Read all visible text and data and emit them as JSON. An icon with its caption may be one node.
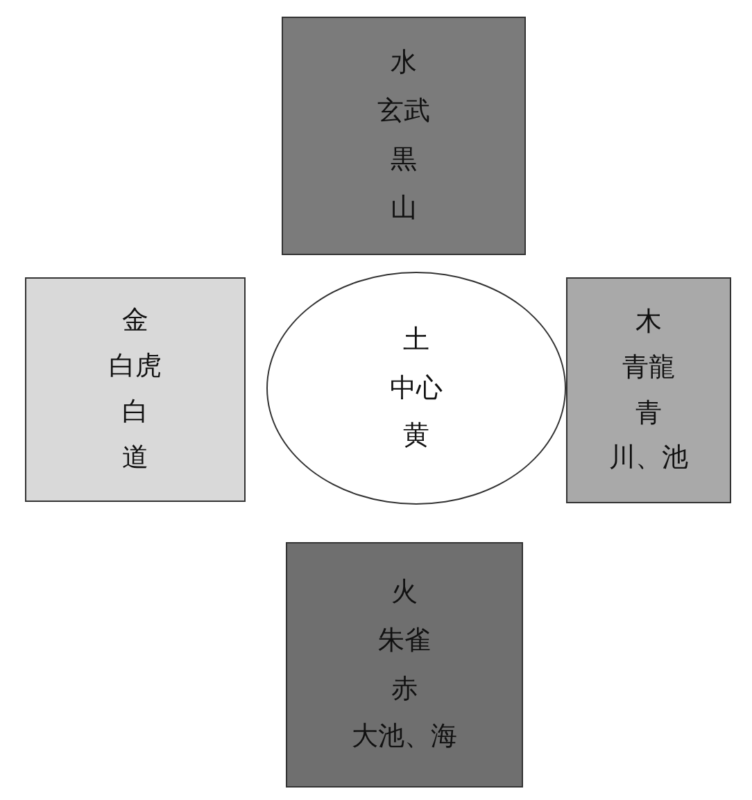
{
  "diagram": {
    "nodes": [
      {
        "text": [
          "水",
          "玄武",
          "黒",
          "山"
        ]
      },
      {
        "text": [
          "金",
          "白虎",
          "白",
          "道"
        ]
      },
      {
        "text": [
          "土",
          "中心",
          "黄"
        ]
      },
      {
        "text": [
          "木",
          "青龍",
          "青",
          "川、池"
        ]
      },
      {
        "text": [
          "火",
          "朱雀",
          "赤",
          "大池、海"
        ]
      }
    ]
  }
}
